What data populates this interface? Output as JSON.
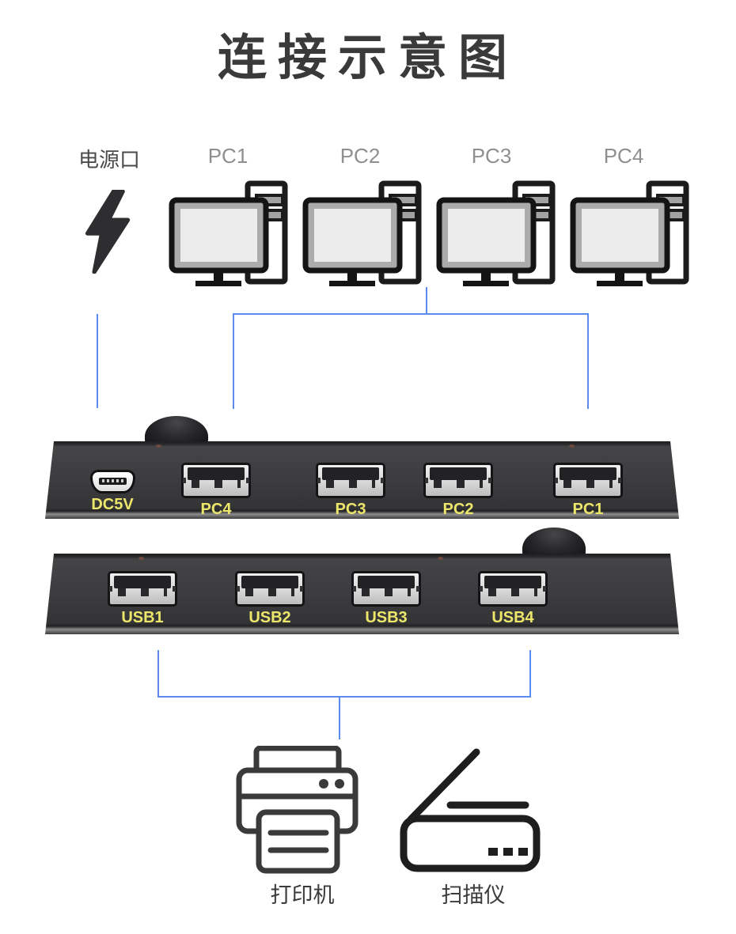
{
  "title": "连接示意图",
  "colors": {
    "line_blue": "#5b8bee",
    "port_label_yellow": "#ece66a",
    "device_body": "#3a3a3c",
    "title_dark": "#3a3a3a",
    "pc_label_gray": "#8f8f8f"
  },
  "power_source": {
    "label": "电源口",
    "icon": "lightning-bolt-icon"
  },
  "computers": [
    {
      "label": "PC1",
      "icon": "desktop-pc-icon"
    },
    {
      "label": "PC2",
      "icon": "desktop-pc-icon"
    },
    {
      "label": "PC3",
      "icon": "desktop-pc-icon"
    },
    {
      "label": "PC4",
      "icon": "desktop-pc-icon"
    }
  ],
  "switch_front": {
    "dc_port_label": "DC5V",
    "port_labels": [
      "PC4",
      "PC3",
      "PC2",
      "PC1"
    ]
  },
  "switch_back": {
    "port_labels": [
      "USB1",
      "USB2",
      "USB3",
      "USB4"
    ]
  },
  "peripherals": [
    {
      "label": "打印机",
      "icon": "printer-icon"
    },
    {
      "label": "扫描仪",
      "icon": "scanner-icon"
    }
  ]
}
